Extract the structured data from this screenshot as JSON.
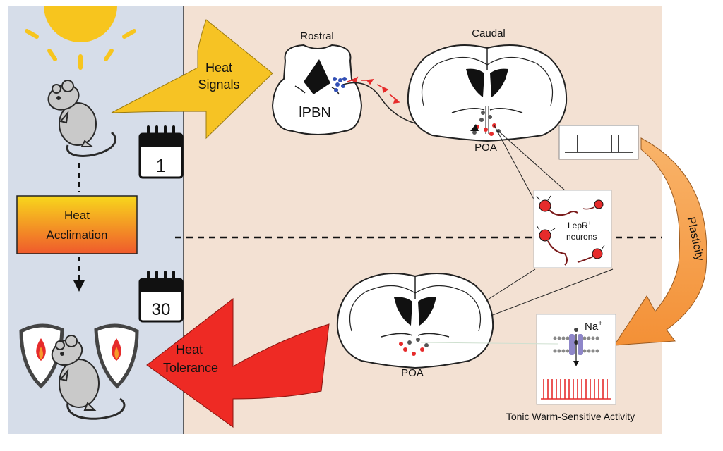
{
  "labels": {
    "heat_signals_line1": "Heat",
    "heat_signals_line2": "Signals",
    "rostral": "Rostral",
    "caudal": "Caudal",
    "lpbn": "lPBN",
    "poa_top": "POA",
    "poa_bottom": "POA",
    "day_1": "1",
    "day_30": "30",
    "acclimation_line1": "Heat",
    "acclimation_line2": "Acclimation",
    "lepr_line1": "LepR",
    "lepr_sup": "+",
    "lepr_line2": "neurons",
    "plasticity": "Plasticity",
    "na_ion": "Na",
    "na_sup": "+",
    "tolerance_line1": "Heat",
    "tolerance_line2": "Tolerance",
    "tonic_caption": "Tonic Warm-Sensitive Activity"
  },
  "colors": {
    "left_panel": "#d6dde9",
    "right_panel": "#f3e1d3",
    "sun": "#f7c51e",
    "signals_arrow": "#f6c324",
    "tolerance_arrow": "#ee2a24",
    "plasticity_arrow": "#f6a55a",
    "acclimation_top": "#f8d71c",
    "acclimation_bottom": "#ef5a2c",
    "mouse": "#c9c9c9",
    "neuron_red": "#e62b2b",
    "channel_purple": "#8e86c9",
    "blue_dots": "#3350b5"
  },
  "icons": [
    "sun-icon",
    "mouse-icon",
    "calendar-icon",
    "shield-flame-icon",
    "neuron-icon",
    "ion-channel-icon"
  ]
}
